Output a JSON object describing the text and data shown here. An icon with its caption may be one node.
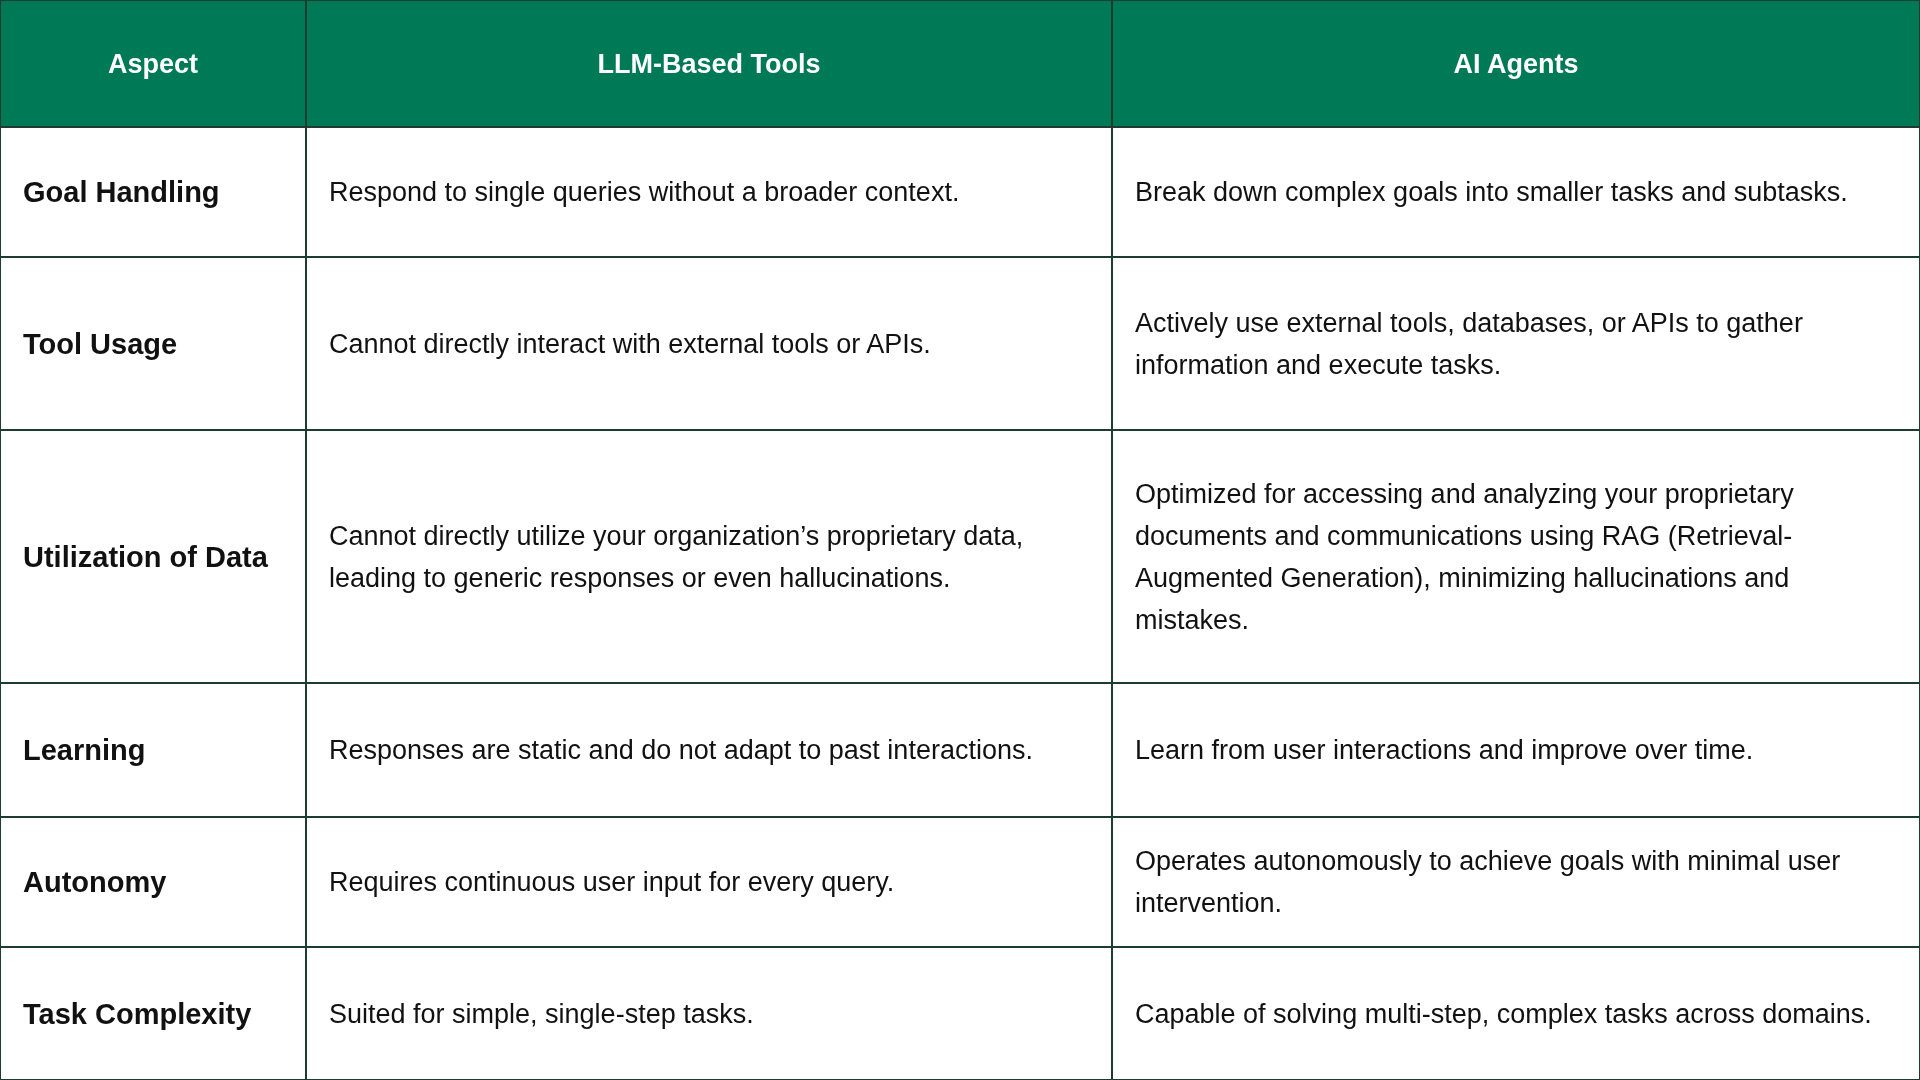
{
  "diagram": {
    "labels": [
      "Aspect",
      "LLM-Based Tools",
      "AI Agents",
      "Goal Handling",
      "Respond to single queries without a broader context.",
      "Break down complex goals into smaller tasks and subtasks.",
      "Tool Usage",
      "Cannot directly interact with external tools or APIs.",
      "Actively use external tools, databases, or APIs to gather information and execute tasks.",
      "Utilization of Data",
      "Cannot directly utilize your organization’s proprietary data, leading to generic responses or even hallucinations.",
      "Optimized for accessing and analyzing your proprietary documents and communications using RAG (Retrieval-Augmented Generation), minimizing hallucinations and mistakes.",
      "Learning",
      "Responses are static and do not adapt to past interactions.",
      "Learn from user interactions and improve over time.",
      "Autonomy",
      "Requires continuous user input for every query.",
      "Operates autonomously to achieve goals with minimal user intervention.",
      "Task Complexity",
      "Suited for simple, single-step tasks.",
      "Capable of solving multi-step, complex tasks across domains."
    ]
  }
}
